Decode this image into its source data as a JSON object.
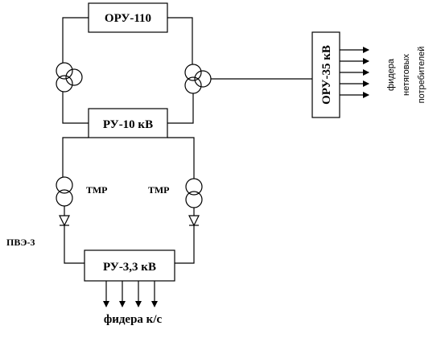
{
  "diagram": {
    "oru110": "ОРУ-110",
    "ru10": "РУ-10 кВ",
    "oru35": "ОРУ-35 кВ",
    "ru33": "РУ-3,3 кВ",
    "tmr_left": "ТМР",
    "tmr_right": "ТМР",
    "pve": "ПВЭ-3",
    "feeders_bottom": "фидера к/с",
    "feeders_side_1": "фидера",
    "feeders_side_2": "нетяговых",
    "feeders_side_3": "потребителей"
  }
}
